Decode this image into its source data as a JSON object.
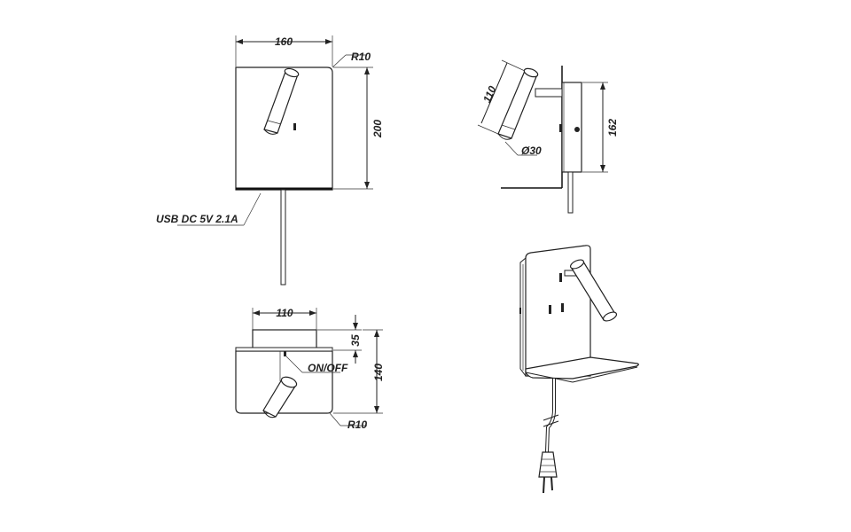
{
  "drawing": {
    "front_view": {
      "width_label": "160",
      "height_label": "200",
      "radius_label": "R10",
      "usb_label": "USB  DC 5V 2.1A"
    },
    "side_view": {
      "arm_length_label": "110",
      "height_label": "162",
      "diameter_label": "Ø30"
    },
    "top_view": {
      "width_label": "110",
      "base_depth_label": "35",
      "depth_label": "140",
      "switch_label": "ON/OFF",
      "radius_label": "R10"
    },
    "iso_view": {}
  }
}
